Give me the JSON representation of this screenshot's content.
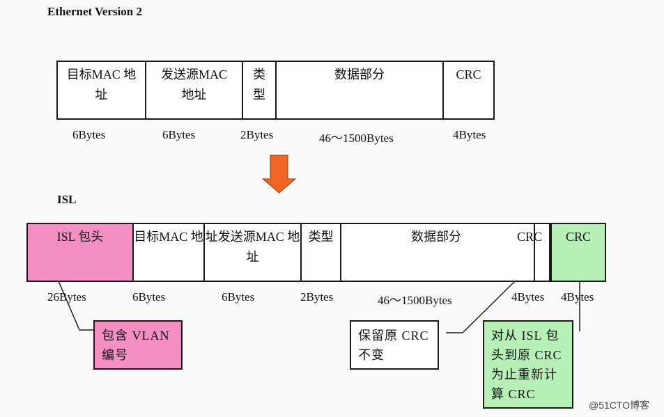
{
  "ethernet": {
    "title": "Ethernet Version 2",
    "fields": [
      "目标MAC 地\n址",
      "发送源MAC\n地址",
      "类\n型",
      "数据部分",
      "CRC"
    ],
    "sizes": [
      "6Bytes",
      "6Bytes",
      "2Bytes",
      "46～1500Bytes",
      "4Bytes"
    ]
  },
  "isl": {
    "title": "ISL",
    "fields": [
      "ISL 包头",
      "目标MAC 地",
      "址发送源MAC 地\n址",
      "类型",
      "数据部分",
      "CRC",
      "",
      "CRC"
    ],
    "sizes": [
      "26Bytes",
      "6Bytes",
      "6Bytes",
      "2Bytes",
      "46～1500Bytes",
      "4Bytes",
      "4Bytes"
    ]
  },
  "notes": {
    "vlan": "包含 VLAN\n编号",
    "keep_crc": "保留原 CRC\n不变",
    "recalc_crc": "对从 ISL 包\n头到原 CRC\n为止重新计\n算 CRC"
  },
  "watermark": "@51CTO博客",
  "colors": {
    "pink": "#f48fc4",
    "green": "#b6f0b6",
    "arrow": "#f26522"
  }
}
